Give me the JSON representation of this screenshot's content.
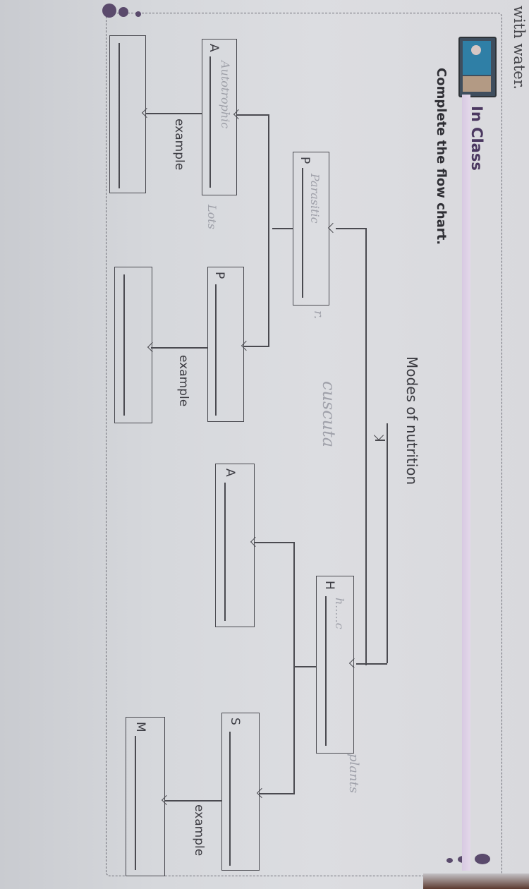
{
  "page": {
    "top_text": "with water.",
    "section_badge": "In Class",
    "instruction": "Complete the flow chart.",
    "accent_color": "#6b4f86"
  },
  "flowchart": {
    "root": "Modes of nutrition",
    "nodes": {
      "autotrophic": {
        "prefix": "H",
        "handwritten": "h.....c"
      },
      "heterotrophic": {
        "prefix": "P",
        "handwritten": "Parasitic"
      },
      "parasitic": {
        "prefix": "P",
        "handwritten": "cuscuta"
      },
      "p_example": {
        "prefix": "",
        "handwritten": ""
      },
      "a_node": {
        "prefix": "A",
        "handwritten": "Autotrophic"
      },
      "a_example": {
        "prefix": "",
        "handwritten": ""
      },
      "a2_node": {
        "prefix": "A",
        "handwritten": ""
      },
      "s_node": {
        "prefix": "S",
        "handwritten": ""
      },
      "m_node": {
        "prefix": "M",
        "handwritten": ""
      }
    },
    "example_label": "example",
    "handwritten_notes": [
      "r.",
      "cuscuta",
      "Lots",
      "plants"
    ]
  }
}
